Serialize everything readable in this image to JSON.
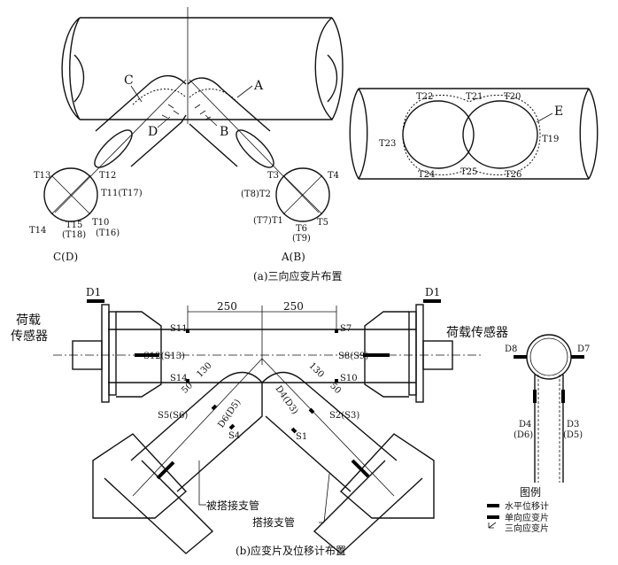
{
  "top_left": {
    "label_A": "A",
    "label_B": "B",
    "label_C": "C",
    "label_D": "D",
    "left_circle_caption": "C(D)",
    "right_circle_caption": "A(B)",
    "left_gauges": [
      "T13",
      "T12",
      "T11(T17)",
      "T14",
      "T15",
      "(T18)",
      "T10",
      "(T16)"
    ],
    "right_gauges": [
      "T3",
      "T4",
      "(T8)T2",
      "(T7)T1",
      "T6",
      "(T9)",
      "T5"
    ]
  },
  "top_right": {
    "label_E": "E",
    "gauges": [
      "T22",
      "T21",
      "T20",
      "T23",
      "T19",
      "T24",
      "T25",
      "T26"
    ]
  },
  "caption_a": "(a)三向应变片布置",
  "bottom": {
    "dim_left": "250",
    "dim_right": "250",
    "dim_130_left": "130",
    "dim_130_right": "130",
    "dim_50_left": "50",
    "dim_50_right": "50",
    "D1_left": "D1",
    "D1_right": "D1",
    "load_cell_left_1": "荷载",
    "load_cell_left_2": "传感器",
    "load_cell_right": "荷载传感器",
    "S11": "S11",
    "S7": "S7",
    "S12": "S12(S13)",
    "S8": "S8(S9)",
    "S14": "S14",
    "S10": "S10",
    "S5": "S5(S6)",
    "S2": "S2(S3)",
    "D6": "D6(D5)",
    "D4": "D4(D3)",
    "S4": "S4",
    "S1": "S1",
    "overlapped_brace": "被搭接支管",
    "overlapping_brace": "搭接支管"
  },
  "side_view": {
    "D8": "D8",
    "D7": "D7",
    "D4": "D4",
    "D6": "(D6)",
    "D3": "D3",
    "D5": "(D5)"
  },
  "legend": {
    "title": "图例",
    "items": [
      "水平位移计",
      "单向应变片",
      "三向应变片"
    ]
  },
  "caption_b": "(b)应变片及位移计布置"
}
